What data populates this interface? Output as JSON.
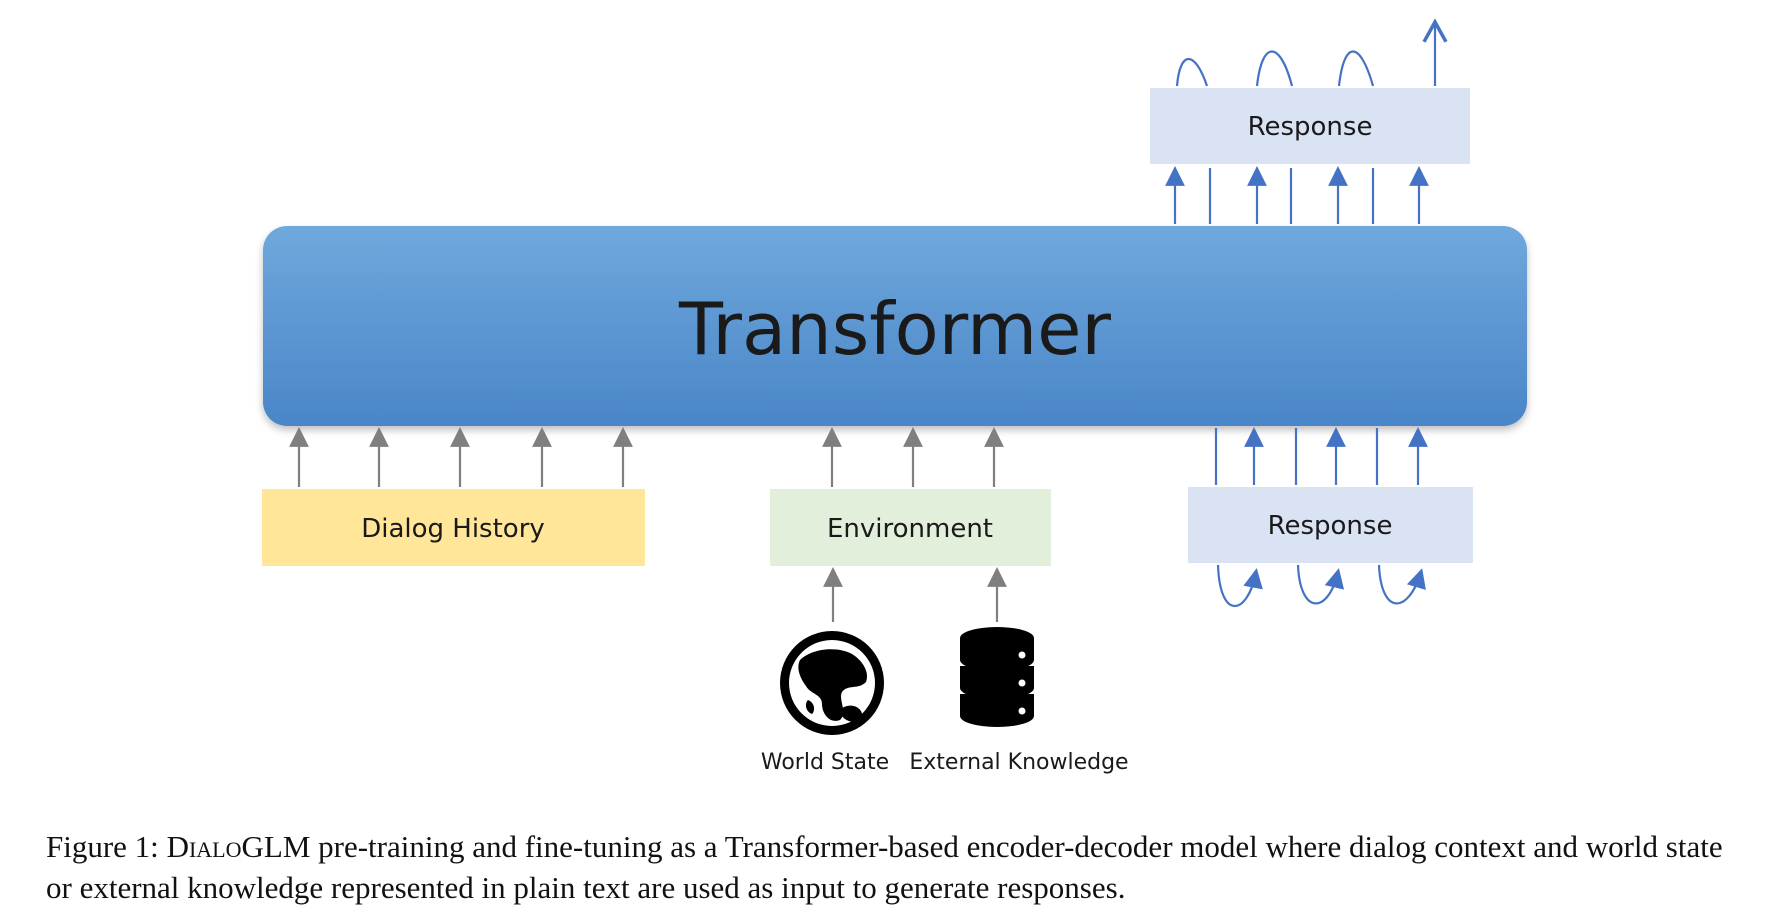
{
  "diagram": {
    "transformer_label": "Transformer",
    "response_top_label": "Response",
    "response_bottom_label": "Response",
    "dialog_history_label": "Dialog History",
    "environment_label": "Environment",
    "world_state_label": "World State",
    "external_knowledge_label": "External Knowledge",
    "colors": {
      "transformer_top": "#6fa8dc",
      "transformer_bottom": "#4a86c8",
      "dialog_history_fill": "#ffe699",
      "environment_fill": "#e2efda",
      "response_fill": "#dae3f3",
      "flow_arrow": "#4472c4",
      "input_arrow": "#7f7f7f"
    }
  },
  "caption": {
    "prefix": "Figure 1: ",
    "model_name_smallcaps": "DialoGLM",
    "text": " pre-training and fine-tuning as a Transformer-based encoder-decoder model where dialog context and world state or external knowledge represented in plain text are used as input to generate responses."
  }
}
